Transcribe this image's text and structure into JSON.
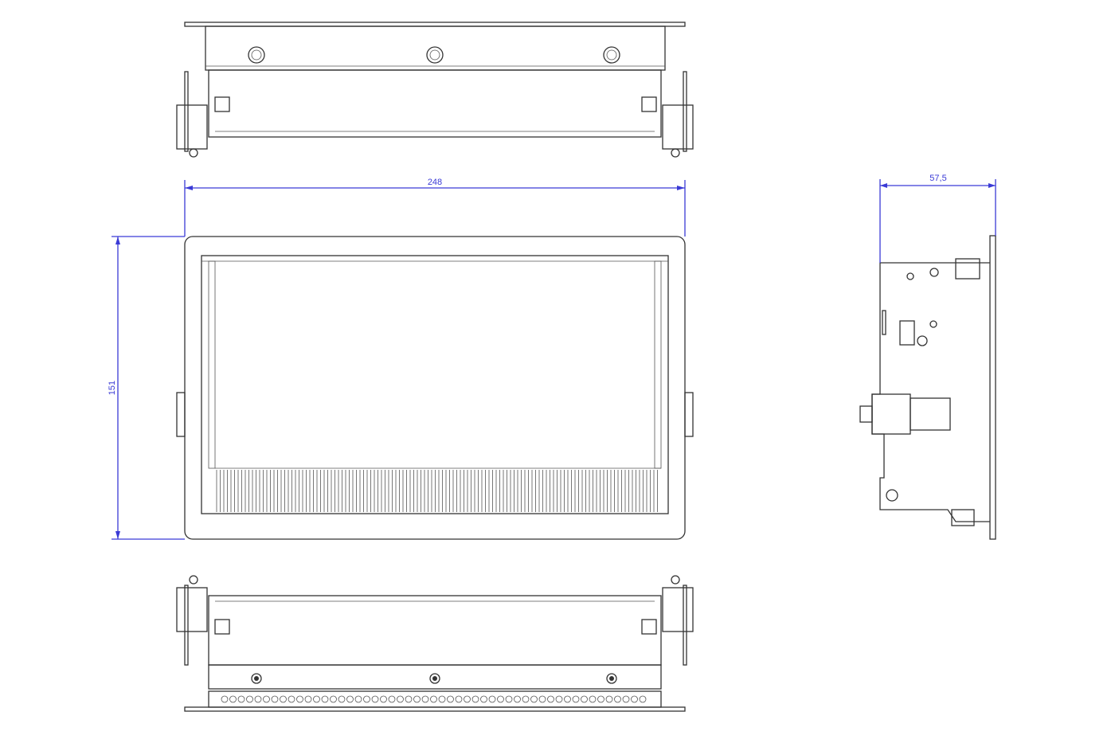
{
  "dimensions": {
    "width": "248",
    "height": "151",
    "depth": "57,5"
  },
  "colors": {
    "dimension": "#3a3ad6",
    "line": "#333333"
  }
}
